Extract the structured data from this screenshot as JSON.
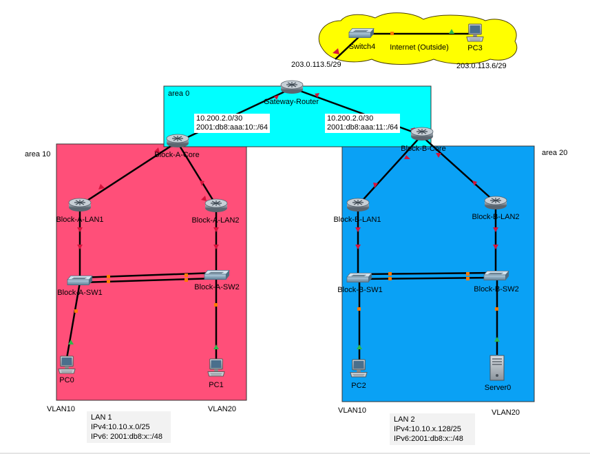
{
  "areas": {
    "area0": "area 0",
    "area10": "area 10",
    "area20": "area 20"
  },
  "colors": {
    "area0": "#00ffff",
    "area10": "#ff4f79",
    "area20": "#0aa1f5",
    "internet_cloud": "#ffff00",
    "link": "#000000",
    "link_down_arrow": "#d4133b",
    "link_up_arrow": "#2db84a",
    "port_dot": "#ff7a00"
  },
  "nodes": {
    "switch4": "Switch4",
    "internet": "Internet (Outside)",
    "pc3": "PC3",
    "gateway": "Gateway-Router",
    "block_a_core": "Block-A-Core",
    "block_b_core": "Block-B-Core",
    "block_a_lan1": "Block-A-LAN1",
    "block_a_lan2": "Block-A-LAN2",
    "block_b_lan1": "Block-B-LAN1",
    "block_b_lan2": "Block-B-LAN2",
    "block_a_sw1": "Block-A-SW1",
    "block_a_sw2": "Block-A-SW2",
    "block_b_sw1": "Block-B-SW1",
    "block_b_sw2": "Block-B-SW2",
    "pc0": "PC0",
    "pc1": "PC1",
    "pc2": "PC2",
    "server0": "Server0"
  },
  "addresses": {
    "isp_gateway": "203.0.113.5/29",
    "isp_pc3": "203.0.113.6/29",
    "link_a_v4": "10.200.2.0/30",
    "link_a_v6": "2001:db8:aaa:10::/64",
    "link_b_v4": "10.200.2.0/30",
    "link_b_v6": "2001:db8:aaa:11::/64"
  },
  "vlans": {
    "a_left": "VLAN10",
    "a_right": "VLAN20",
    "b_left": "VLAN10",
    "b_right": "VLAN20"
  },
  "lan1": {
    "title": "LAN 1",
    "ipv4": "IPv4:10.10.x.0/25",
    "ipv6": "IPv6: 2001:db8:x::/48"
  },
  "lan2": {
    "title": "LAN 2",
    "ipv4": "IPv4:10.10.x.128/25",
    "ipv6": "IPv6:2001:db8:x::/48"
  },
  "icons": {
    "router": "router-icon",
    "switch": "switch-icon",
    "pc": "pc-icon",
    "server": "server-icon"
  }
}
